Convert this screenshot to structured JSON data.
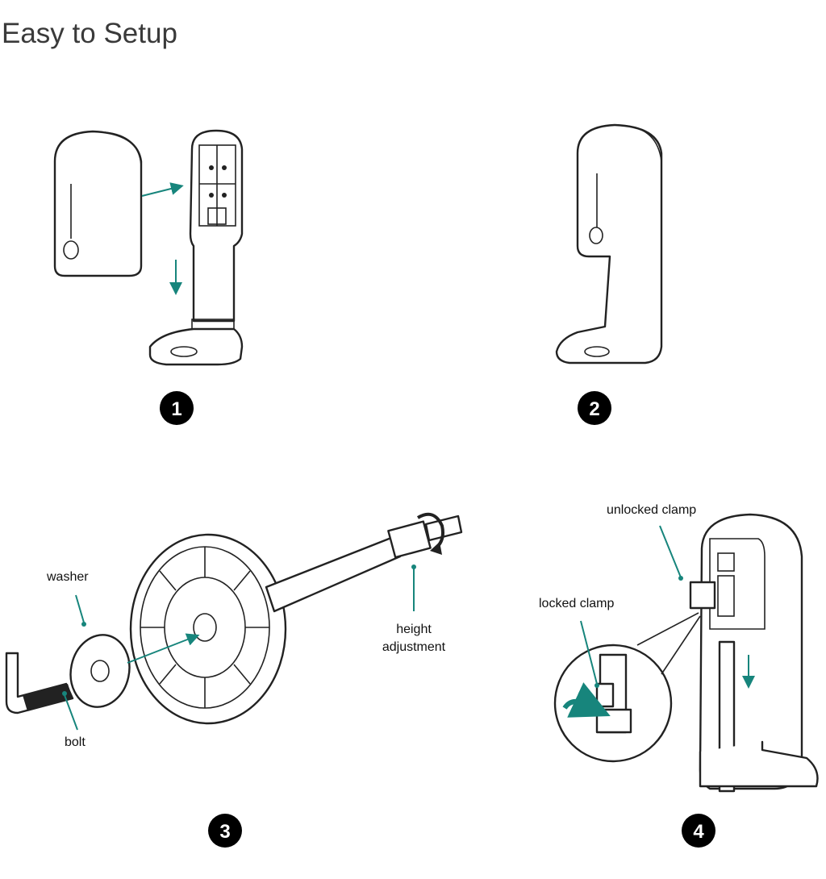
{
  "title": "Easy to Setup",
  "steps": [
    {
      "number": "1"
    },
    {
      "number": "2"
    },
    {
      "number": "3"
    },
    {
      "number": "4"
    }
  ],
  "labels": {
    "washer": "washer",
    "bolt": "bolt",
    "height_line1": "height",
    "height_line2": "adjustment",
    "unlocked_clamp": "unlocked clamp",
    "locked_clamp": "locked clamp"
  },
  "colors": {
    "accent": "#17857c",
    "line": "#222222",
    "badge": "#000000"
  }
}
